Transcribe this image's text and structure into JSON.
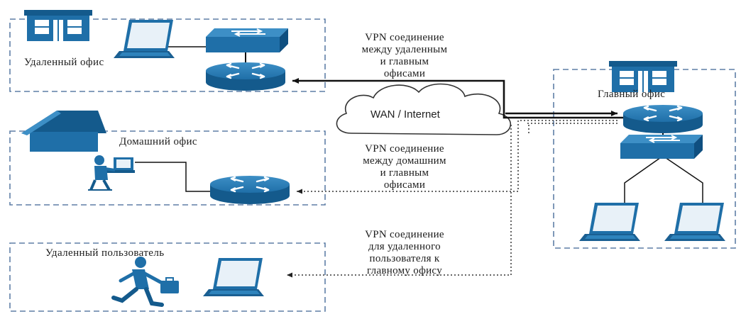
{
  "offices": {
    "remote_office": "Удаленный офис",
    "home_office": "Домашний офис",
    "remote_user": "Удаленный пользователь",
    "main_office": "Главный офис"
  },
  "cloud": {
    "label": "WAN / Internet"
  },
  "vpn_labels": {
    "remote": [
      "VPN соединение",
      "между удаленным",
      "и главным",
      "офисами"
    ],
    "home": [
      "VPN соединение",
      "между домашним",
      "и главным",
      "офисами"
    ],
    "user": [
      "VPN соединение",
      "для удаленного",
      "пользователя к",
      "главному офису"
    ]
  },
  "colors": {
    "device_blue": "#1f6fa8",
    "device_dark": "#0f4f80",
    "box_dash": "#5f7fa6",
    "line": "#111111"
  },
  "icons": [
    "building-icon",
    "house-icon",
    "laptop-icon",
    "switch-icon",
    "router-icon",
    "user-at-desk-icon",
    "running-man-icon",
    "cloud-icon"
  ]
}
